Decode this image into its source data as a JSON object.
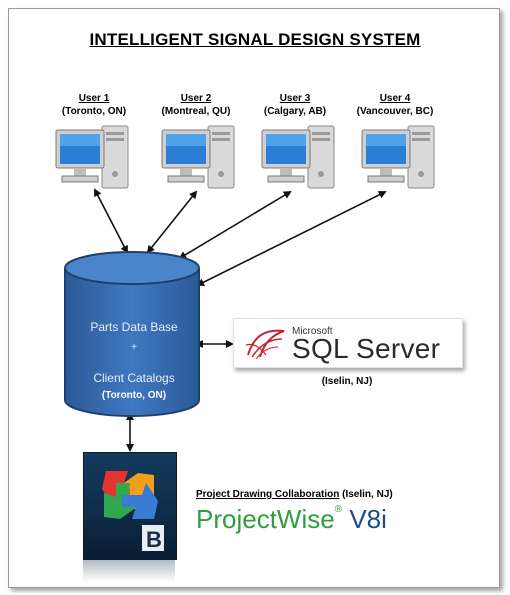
{
  "title": "INTELLIGENT SIGNAL DESIGN SYSTEM",
  "users": [
    {
      "name": "User 1",
      "location": "(Toronto, ON)"
    },
    {
      "name": "User 2",
      "location": "(Montreal, QU)"
    },
    {
      "name": "User 3",
      "location": "(Calgary, AB)"
    },
    {
      "name": "User 4",
      "location": "(Vancouver, BC)"
    }
  ],
  "database": {
    "line1": "Parts Data Base",
    "plus": "+",
    "line2": "Client Catalogs",
    "location": "(Toronto, ON)"
  },
  "sql": {
    "brand": "Microsoft",
    "name": "SQL Server",
    "location": "(Iselin, NJ)"
  },
  "projectwise": {
    "caption": "Project Drawing Collaboration",
    "location": "(Iselin, NJ)",
    "name": "ProjectWise",
    "version": "V8i"
  },
  "colors": {
    "db_fill": "#3a6fb3",
    "projectwise_green": "#2f9e3f",
    "projectwise_blue": "#1d4e86"
  }
}
